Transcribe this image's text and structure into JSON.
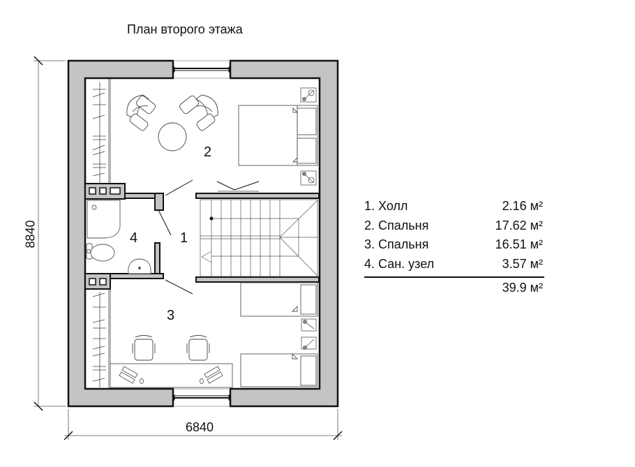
{
  "title": "План второго этажа",
  "dimensions": {
    "height_mm": "8840",
    "width_mm": "6840"
  },
  "rooms": [
    {
      "number": "1",
      "name": "Холл",
      "area": "2.16 м²"
    },
    {
      "number": "2",
      "name": "Спальня",
      "area": "17.62 м²"
    },
    {
      "number": "3",
      "name": "Спальня",
      "area": "16.51 м²"
    },
    {
      "number": "4",
      "name": "Сан. узел",
      "area": "3.57 м²"
    }
  ],
  "legend": {
    "rows": [
      {
        "label": "1. Холл",
        "area": "2.16 м²"
      },
      {
        "label": "2. Спальня",
        "area": "17.62 м²"
      },
      {
        "label": "3. Спальня",
        "area": "16.51 м²"
      },
      {
        "label": "4. Сан. узел",
        "area": "3.57 м²"
      }
    ],
    "total": "39.9 м²"
  },
  "colors": {
    "wall_fill": "#c4c4c4",
    "line": "#111111",
    "furniture_line": "#555555"
  }
}
